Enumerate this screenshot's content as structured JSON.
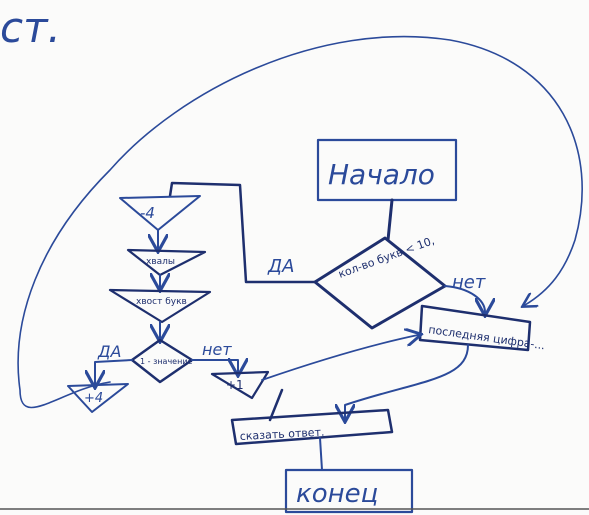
{
  "header_fragment": "ст.",
  "nodes": {
    "start": "Начало",
    "condition_main": "кол-во букв < 10,",
    "yes_main": "ДА",
    "no_main": "нет",
    "last_letter": "последняя цифра-...",
    "neg4": "-4",
    "box_small_1": "хвалы",
    "box_small_2": "хвост букв",
    "cond_small": "1 - значение",
    "yes_small": "ДА",
    "no_small": "нет",
    "plus4": "+4",
    "plus1": "+1",
    "say_answer": "сказать ответ.",
    "end": "конец"
  },
  "colors": {
    "ink": "#2b4a9a",
    "ink_dark": "#1e2f6e",
    "paper": "#fbfbfa"
  }
}
